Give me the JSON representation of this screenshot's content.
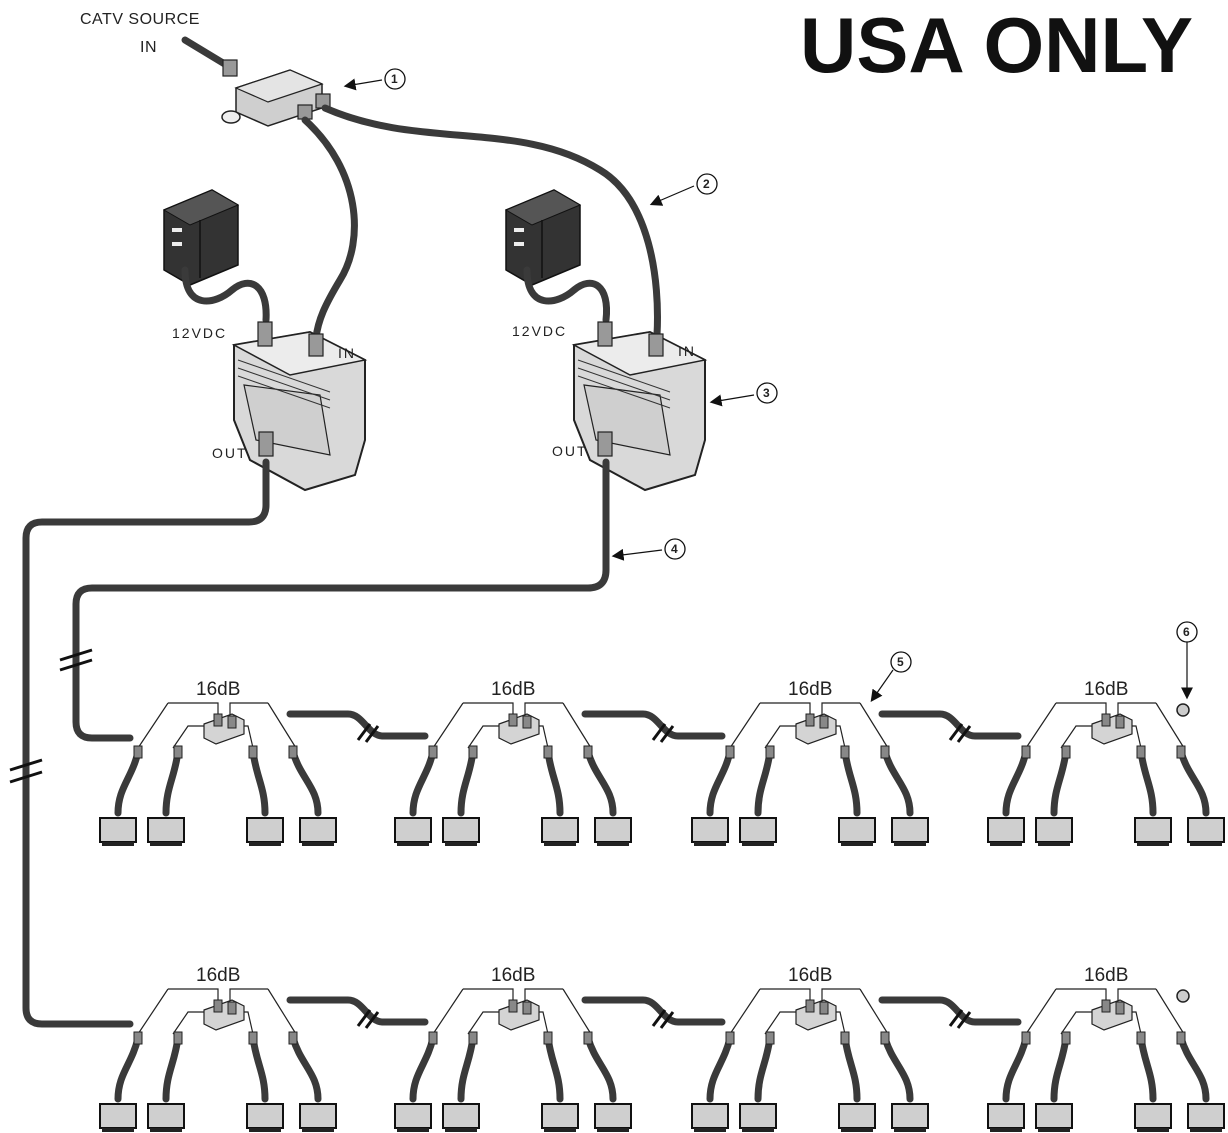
{
  "title": "USA ONLY",
  "source_label_line1": "CATV SOURCE",
  "source_label_line2": "IN",
  "amplifiers": [
    {
      "power_label": "12VDC",
      "in_label": "IN",
      "out_label": "OUT"
    },
    {
      "power_label": "12VDC",
      "in_label": "IN",
      "out_label": "OUT"
    }
  ],
  "callouts": [
    "1",
    "2",
    "3",
    "4",
    "5",
    "6"
  ],
  "taps": {
    "row1": [
      "16dB",
      "16dB",
      "16dB",
      "16dB"
    ],
    "row2": [
      "16dB",
      "16dB",
      "16dB",
      "16dB"
    ]
  }
}
